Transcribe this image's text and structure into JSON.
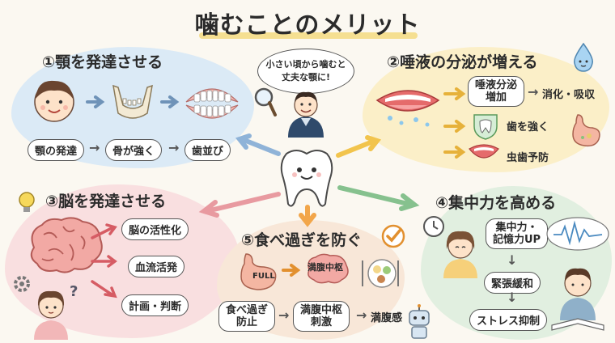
{
  "title": "噛むことのメリット",
  "speech": {
    "line1": "小さい頃から噛むと",
    "line2": "丈夫な顎に!"
  },
  "sections": {
    "jaw": {
      "heading": "①顎を発達させる",
      "flow": [
        "顎の発達",
        "骨が強く",
        "歯並び"
      ]
    },
    "saliva": {
      "heading": "②唾液の分泌が増える",
      "increase_line1": "唾液分泌",
      "increase_line2": "増加",
      "effects": [
        "消化・吸収",
        "歯を強く",
        "虫歯予防"
      ]
    },
    "brain": {
      "heading": "③脳を発達させる",
      "items": [
        "脳の活性化",
        "血流活発",
        "計画・判断"
      ]
    },
    "focus": {
      "heading": "④集中力を高める",
      "box_line1": "集中力・",
      "box_line2": "記憶力UP",
      "items": [
        "緊張緩和",
        "ストレス抑制"
      ]
    },
    "eating": {
      "heading": "⑤食べ過ぎを防ぐ",
      "stomach_label": "FULL",
      "center_label": "満腹中枢",
      "flow": [
        {
          "line1": "食べ過ぎ",
          "line2": "防止"
        },
        {
          "line1": "満腹中枢",
          "line2": "刺激"
        },
        {
          "line1": "満腹感",
          "line2": ""
        }
      ]
    }
  },
  "colors": {
    "blue": "#dbeaf6",
    "yellow": "#fbefc8",
    "pink": "#f9dfe0",
    "green": "#e1efe0",
    "peach": "#f8e7d8",
    "accent": "#f4d879"
  },
  "icons": [
    "tooth-mascot",
    "dentist",
    "magnifier-icon",
    "water-drop-icon",
    "lightbulb-icon",
    "gear-icon",
    "check-icon",
    "robot-icon",
    "clock-icon",
    "brainwave-icon"
  ]
}
